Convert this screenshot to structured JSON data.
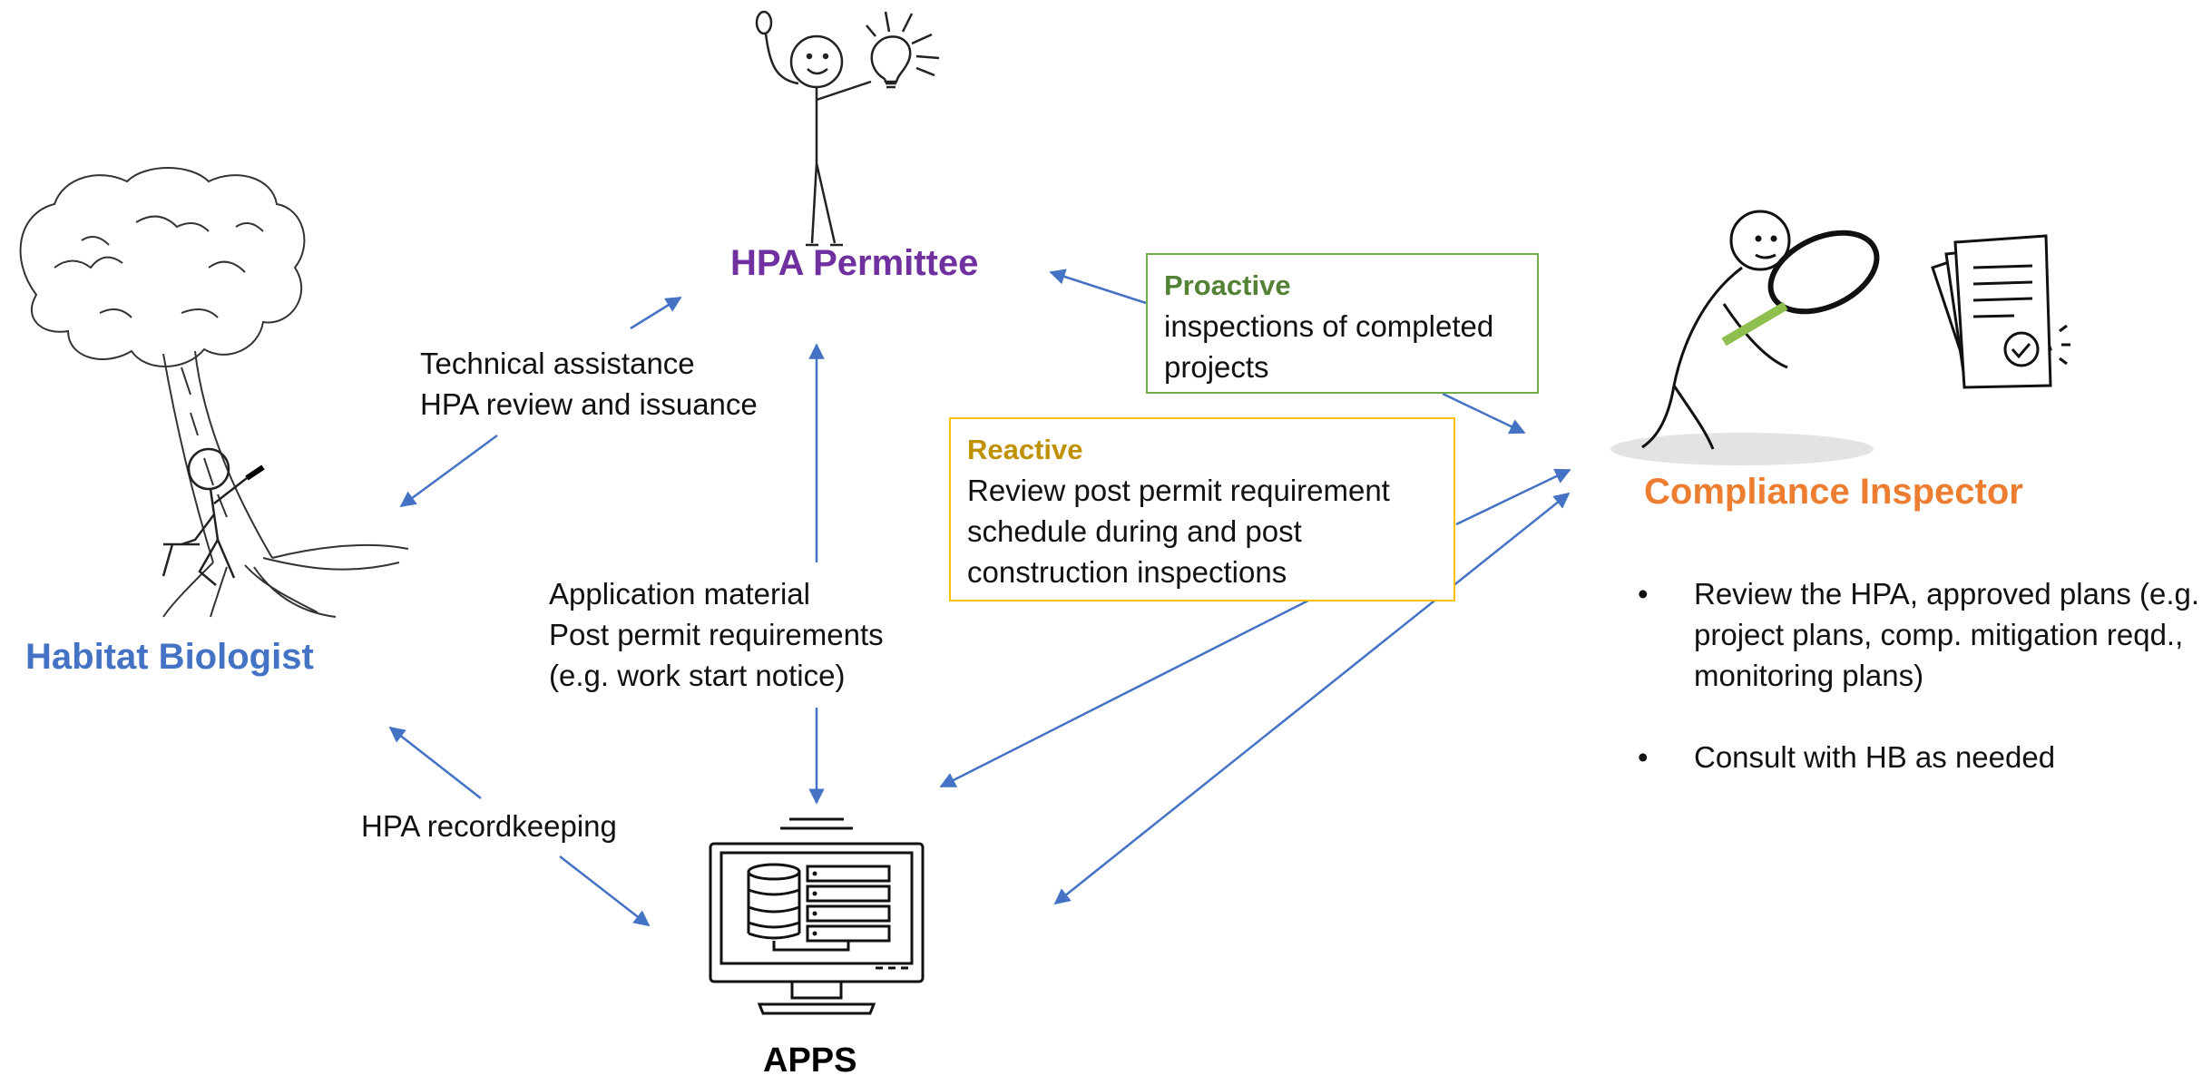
{
  "nodes": {
    "permittee": "HPA Permittee",
    "biologist": "Habitat Biologist",
    "inspector": "Compliance Inspector",
    "apps": "APPS"
  },
  "labels": {
    "tech_line1": "Technical assistance",
    "tech_line2": "HPA review and issuance",
    "app_line1": "Application material",
    "app_line2": "Post permit requirements",
    "app_line3": "(e.g. work start notice)",
    "recordkeeping": "HPA recordkeeping"
  },
  "proactive": {
    "head": "Proactive",
    "line1": "inspections of completed",
    "line2": "projects"
  },
  "reactive": {
    "head": "Reactive",
    "line1": "Review post permit requirement",
    "line2": "schedule during and post",
    "line3": "construction inspections"
  },
  "inspector_tasks": {
    "item1_line1": "Review the HPA, approved plans (e.g.",
    "item1_line2": "project plans, comp. mitigation reqd.,",
    "item1_line3": "monitoring plans)",
    "item2": "Consult with HB as needed"
  },
  "icons": [
    "tree-with-biologist-icon",
    "person-with-lightbulb-icon",
    "inspector-with-magnifier-icon",
    "document-with-checkmark-icon",
    "computer-database-icon"
  ],
  "colors": {
    "permittee": "#7030a0",
    "biologist": "#4472c4",
    "inspector": "#ed7d31",
    "apps": "#000000",
    "arrow": "#4472c4",
    "proactive": "#70ad47",
    "reactive_border": "#ffc000",
    "reactive_head": "#bf9000"
  }
}
